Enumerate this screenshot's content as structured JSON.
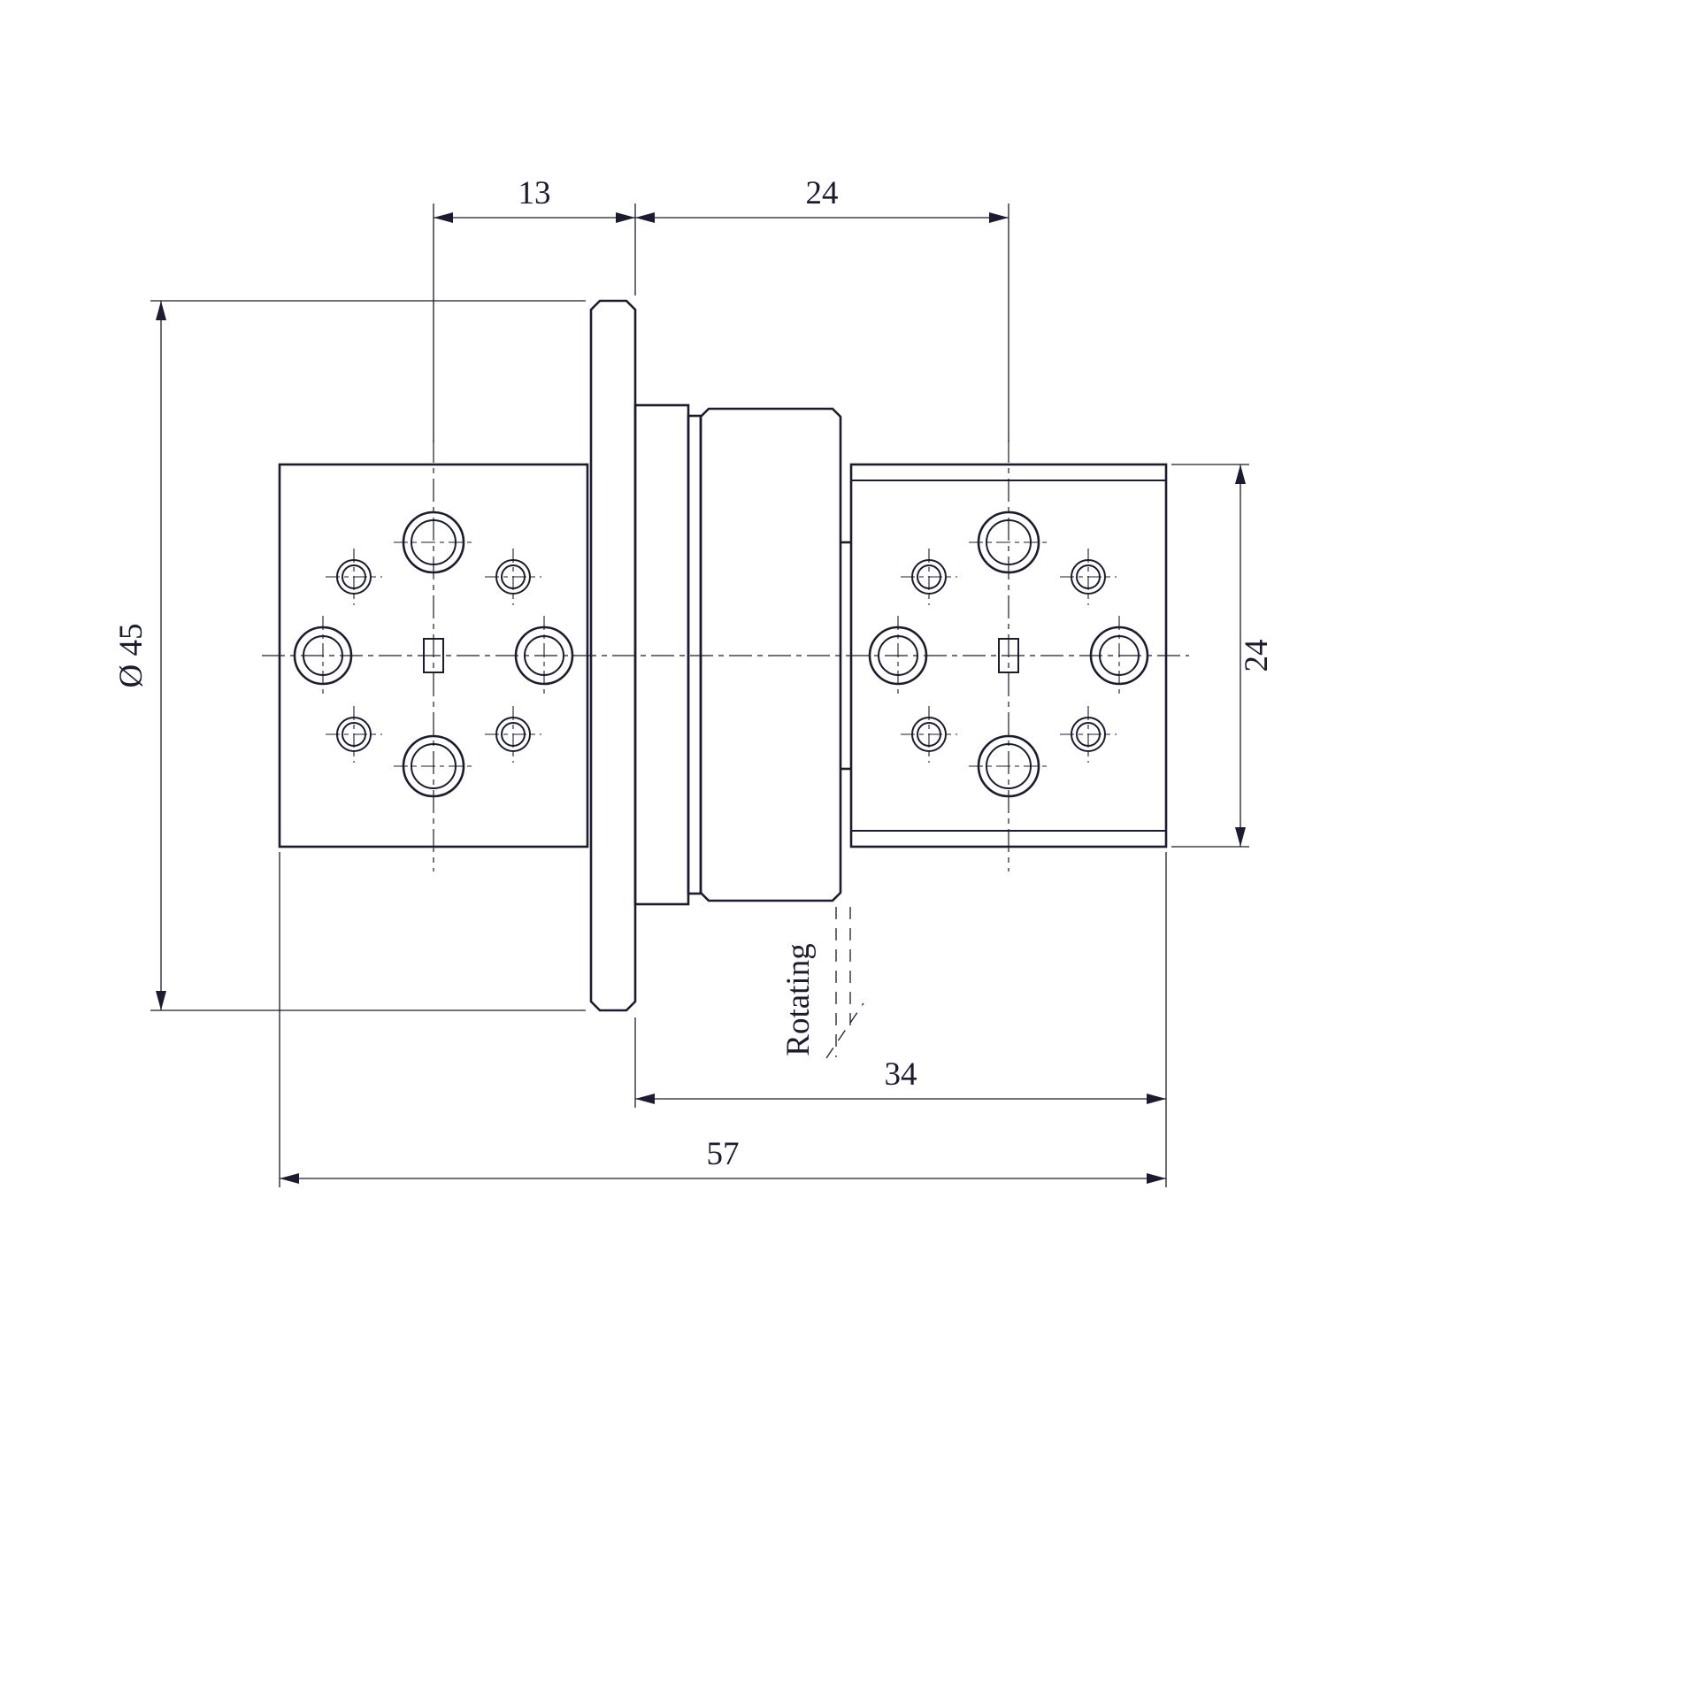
{
  "drawing": {
    "type": "technical-drawing",
    "subject": "rotary-union-coupling-with-two-port-flanges",
    "colors": {
      "line": "#1c1c30",
      "background": "#ffffff"
    },
    "dimensions": {
      "top_left_width": "13",
      "top_right_width": "24",
      "overall_diameter": "Ø 45",
      "flange_height": "24",
      "body_length": "34",
      "overall_length": "57"
    },
    "labels": {
      "rotating": "Rotating"
    }
  }
}
